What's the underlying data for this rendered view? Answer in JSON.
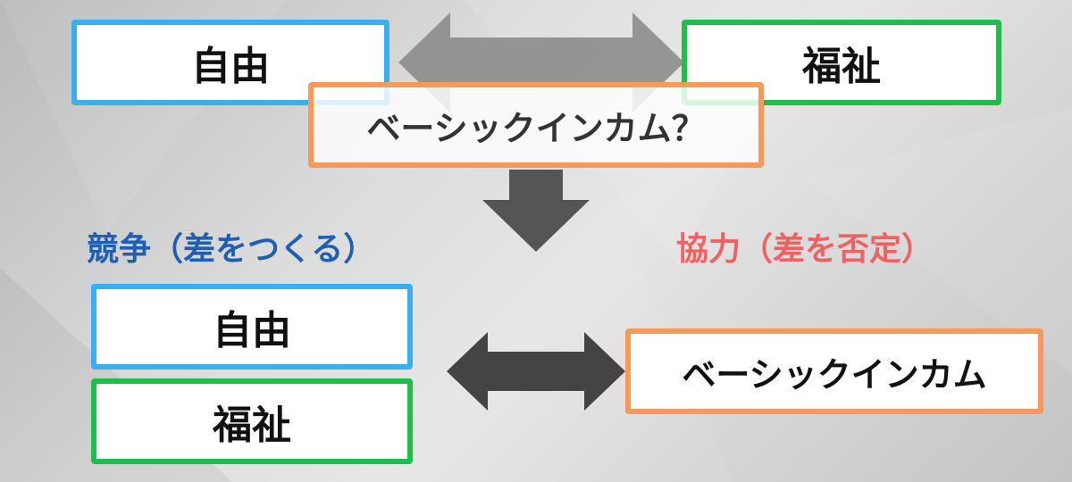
{
  "colors": {
    "blue": "#38b0f0",
    "green": "#1cbf4b",
    "orange": "#f59a5a",
    "competition_heading": "#1f5fb3",
    "cooperation_heading": "#f06262",
    "top_arrow": "#8c8c8c",
    "down_arrow": "#555555",
    "bottom_arrow": "#444444"
  },
  "top": {
    "freedom_label": "自由",
    "welfare_label": "福祉",
    "bi_question_label": "ベーシックインカム？"
  },
  "competition": {
    "heading": "競争（差をつくる）",
    "freedom_label": "自由",
    "welfare_label": "福祉"
  },
  "cooperation": {
    "heading": "協力（差を否定）",
    "bi_label": "ベーシックインカム"
  },
  "icons": [
    "double-arrow-icon",
    "down-arrow-icon",
    "double-arrow-icon"
  ]
}
